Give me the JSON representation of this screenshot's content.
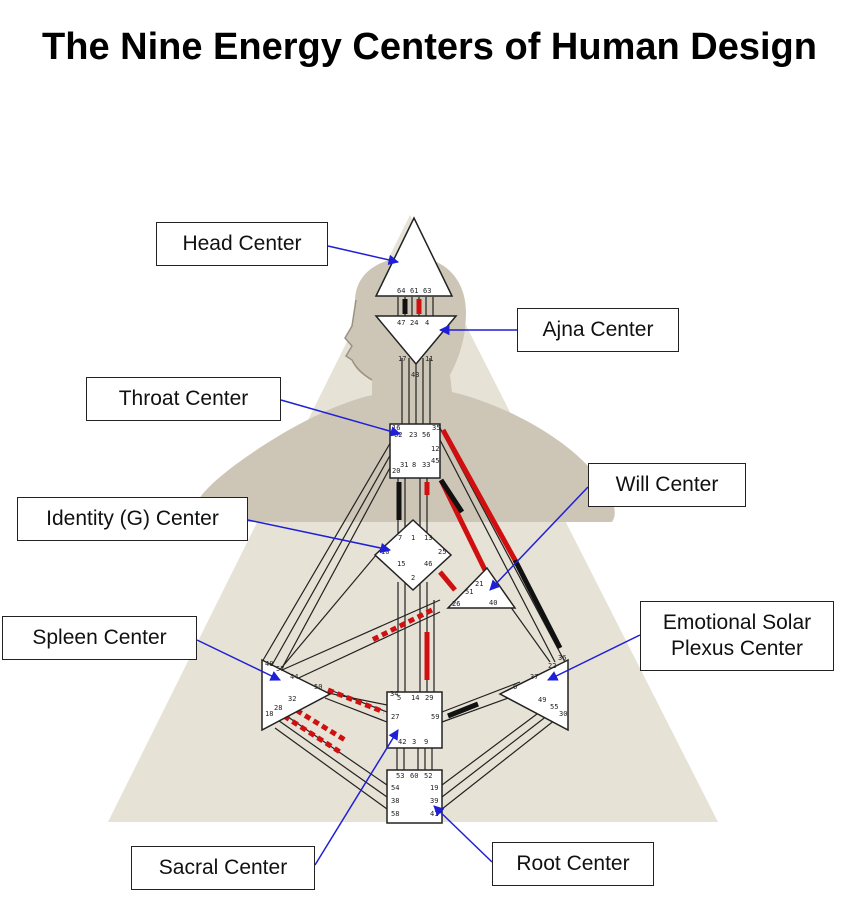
{
  "title": "The Nine Energy Centers of Human Design",
  "colors": {
    "background_triangle": "#e7e2d6",
    "silhouette": "#cdc6b7",
    "center_fill": "#ffffff",
    "outline": "#222222",
    "channel_red": "#d01010",
    "channel_black": "#111111",
    "arrow": "#1f1fd6"
  },
  "labels": {
    "head": "Head Center",
    "ajna": "Ajna Center",
    "throat": "Throat Center",
    "will": "Will Center",
    "identity": "Identity (G) Center",
    "spleen": "Spleen Center",
    "solar_line1": "Emotional Solar",
    "solar_line2": "Plexus Center",
    "sacral": "Sacral Center",
    "root": "Root Center"
  },
  "gates": {
    "head": [
      "64",
      "61",
      "63"
    ],
    "ajna_top": [
      "47",
      "24",
      "4"
    ],
    "ajna_bottom": [
      "17",
      "43",
      "11"
    ],
    "throat_top": [
      "62",
      "23",
      "56"
    ],
    "throat_left": "16",
    "throat_right": [
      "35",
      "12",
      "45"
    ],
    "throat_bottom": [
      "20",
      "31",
      "8",
      "33"
    ],
    "g": [
      "1",
      "7",
      "13",
      "10",
      "15",
      "2",
      "46",
      "25"
    ],
    "will": [
      "21",
      "51",
      "26",
      "40"
    ],
    "spleen": [
      "48",
      "57",
      "44",
      "50",
      "32",
      "28",
      "18"
    ],
    "solar": [
      "36",
      "22",
      "37",
      "6",
      "49",
      "55",
      "30"
    ],
    "sacral": [
      "5",
      "14",
      "29",
      "34",
      "27",
      "59",
      "42",
      "3",
      "9"
    ],
    "root": [
      "53",
      "60",
      "52",
      "54",
      "38",
      "58",
      "19",
      "39",
      "41"
    ]
  }
}
